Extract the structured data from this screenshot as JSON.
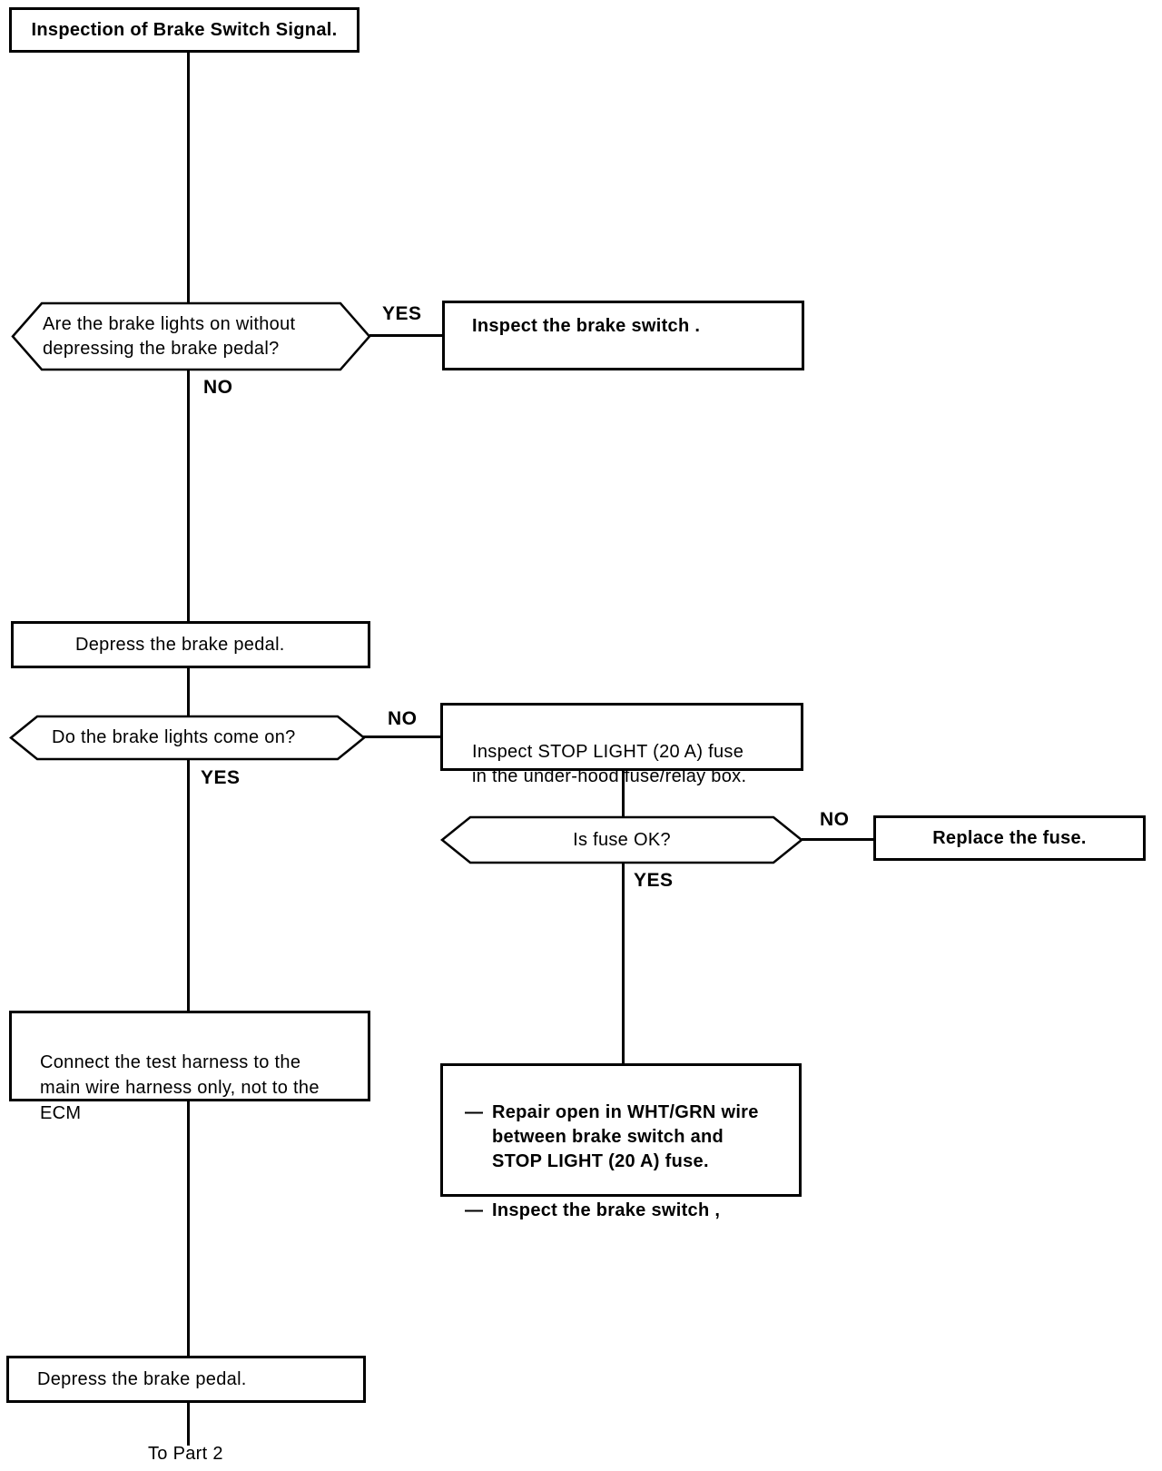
{
  "page": {
    "background": "#ffffff",
    "ink": "#000000"
  },
  "flowchart": {
    "start": "Inspection of Brake Switch Signal.",
    "q_brake_lights_on": "Are the brake lights on without\ndepressing the brake pedal?",
    "inspect_brake_switch": "Inspect the brake switch .",
    "depress_pedal_1": "Depress the brake pedal.",
    "q_lights_come_on": "Do the brake lights come on?",
    "inspect_fuse": "Inspect STOP LIGHT (20 A) fuse\nin the under-hood fuse/relay box.",
    "q_fuse_ok": "Is fuse OK?",
    "replace_fuse": "Replace the fuse.",
    "connect_harness": "Connect the test harness to the\nmain wire harness only, not to the\nECM",
    "repair_items": [
      {
        "dash": "—",
        "text": "Repair open in WHT/GRN wire\nbetween brake switch and\nSTOP LIGHT (20 A) fuse."
      },
      {
        "dash": "—",
        "text": "Inspect the brake switch ,"
      }
    ],
    "depress_pedal_2": "Depress the brake pedal.",
    "to_part_2": "To Part 2",
    "labels": {
      "yes1": "YES",
      "no1": "NO",
      "no2": "NO",
      "yes2": "YES",
      "no3": "NO",
      "yes3": "YES"
    }
  }
}
